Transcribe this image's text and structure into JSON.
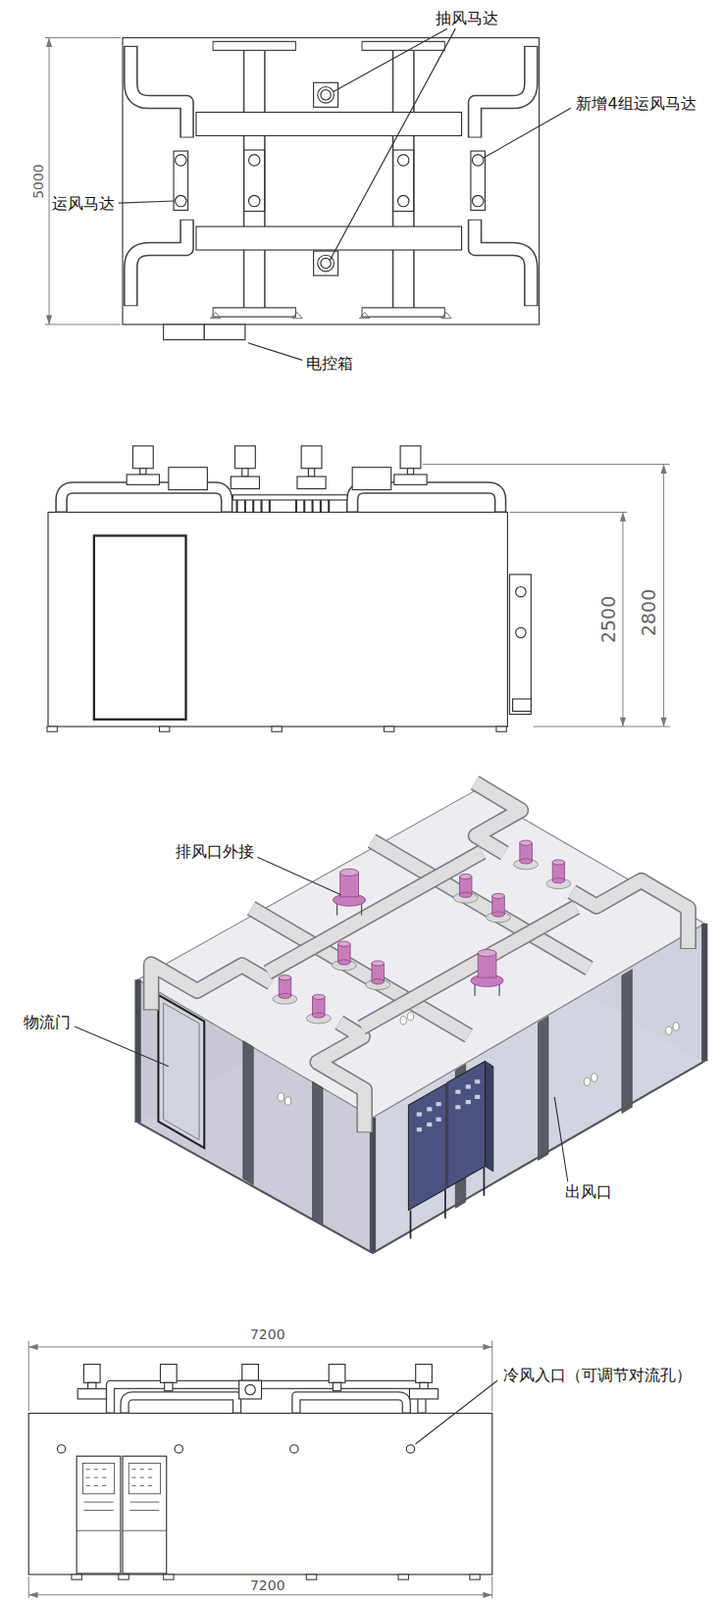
{
  "diagram": {
    "labels": [
      "抽风马达",
      "新增4组运风马达",
      "运风马达",
      "电控箱",
      "5000",
      "2500",
      "2800",
      "排风口外接",
      "物流门",
      "出风口",
      "7200",
      "冷风入口（可调节对流孔）",
      "7200"
    ]
  }
}
